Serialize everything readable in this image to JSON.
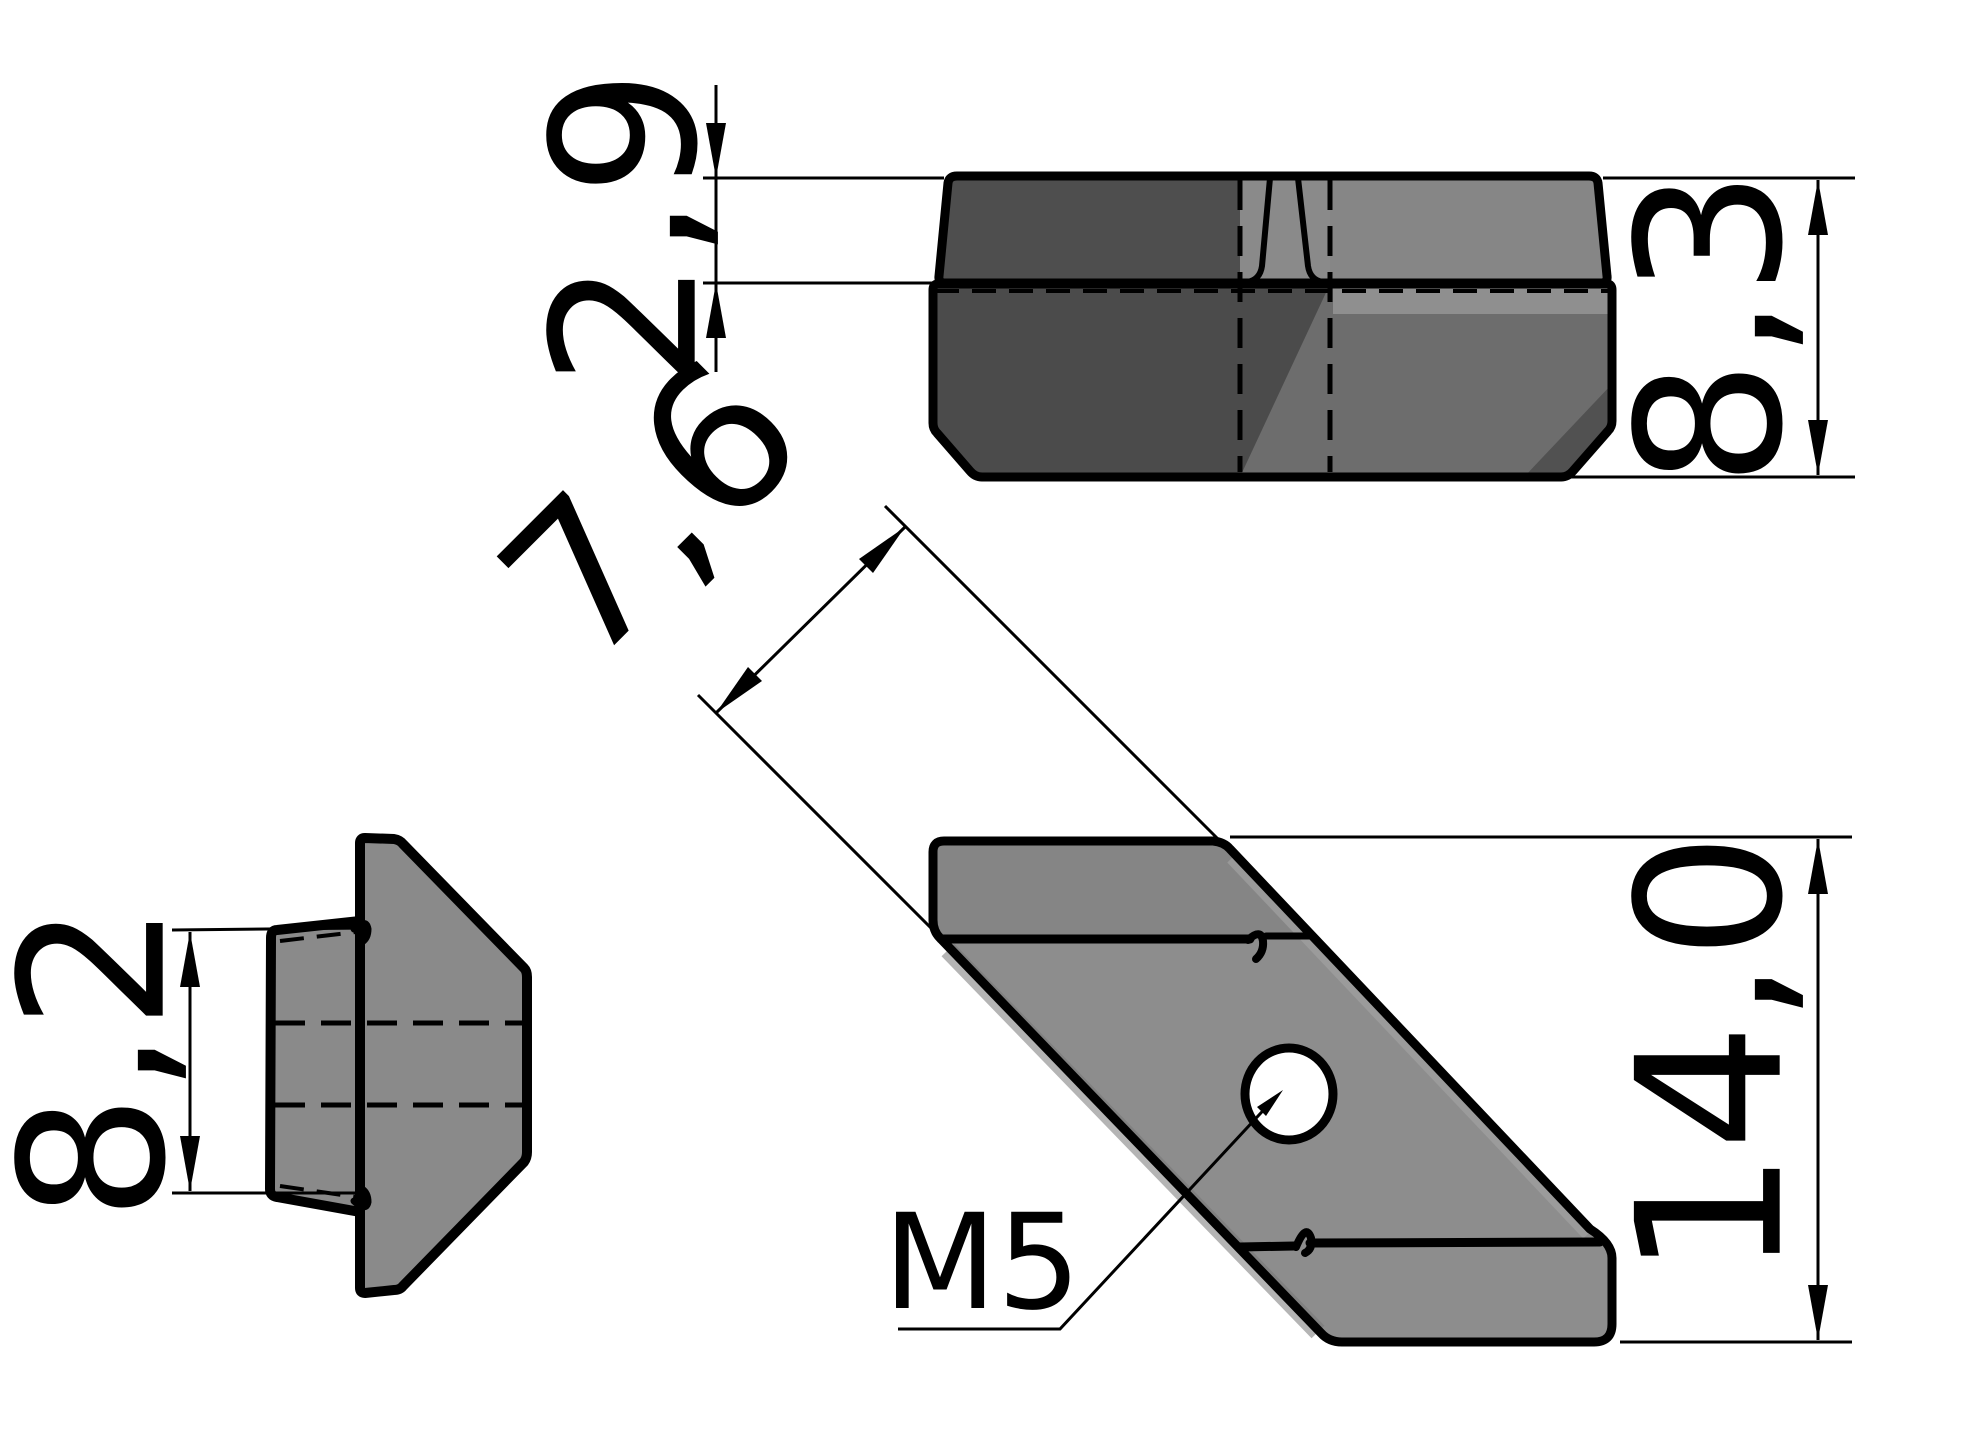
{
  "drawing": {
    "title": "t-slot-nut-technical-drawing",
    "background_color": "#ffffff",
    "line_color": "#000000",
    "part_fill_color": "#8d8d8d",
    "part_dark_fill_color": "#4e4e4e",
    "dimensions": {
      "flange_height": "2,9",
      "total_height": "8,3",
      "slot_width": "7,6",
      "length": "14,0",
      "body_width": "8,2"
    },
    "labels": {
      "thread": "M5"
    }
  }
}
